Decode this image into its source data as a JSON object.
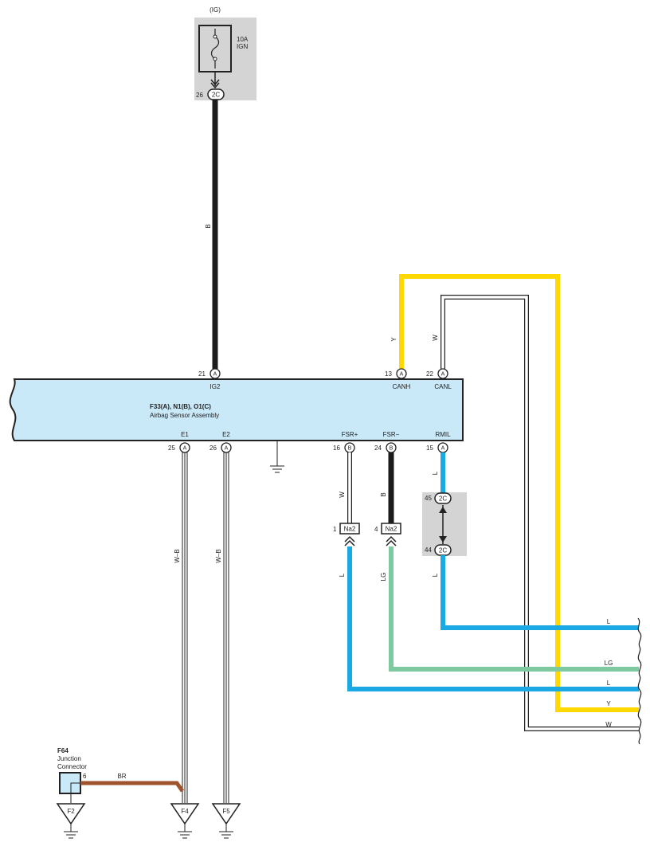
{
  "fuse": {
    "circuit": "(IG)",
    "rating": "10A",
    "name": "IGN",
    "pin": "26",
    "connector": "2C"
  },
  "ecu": {
    "title": "F33(A), N1(B), O1(C)",
    "subtitle": "Airbag Sensor Assembly",
    "top_pins": [
      {
        "num": "21",
        "conn": "A",
        "label": "IG2"
      },
      {
        "num": "13",
        "conn": "A",
        "label": "CANH"
      },
      {
        "num": "22",
        "conn": "A",
        "label": "CANL"
      }
    ],
    "bottom_pins": [
      {
        "num": "25",
        "conn": "A",
        "label": "E1"
      },
      {
        "num": "26",
        "conn": "A",
        "label": "E2"
      },
      {
        "num": "16",
        "conn": "B",
        "label": "FSR+"
      },
      {
        "num": "24",
        "conn": "B",
        "label": "FSR−"
      },
      {
        "num": "15",
        "conn": "A",
        "label": "RMIL"
      }
    ]
  },
  "wires": {
    "ig": "B",
    "canh": "Y",
    "canl": "W",
    "e1": "W–B",
    "e2": "W–B",
    "fsr_plus_upper": "W",
    "fsr_plus_lower": "L",
    "fsr_minus_upper": "B",
    "fsr_minus_lower": "LG",
    "rmil_upper": "L",
    "rmil_lower": "L",
    "br": "BR"
  },
  "inline_connectors": [
    {
      "num": "1",
      "name": "Na2"
    },
    {
      "num": "4",
      "name": "Na2"
    }
  ],
  "junction_2c": [
    {
      "num": "45",
      "name": "2C"
    },
    {
      "num": "44",
      "name": "2C"
    }
  ],
  "right_exits": [
    "L",
    "LG",
    "L",
    "Y",
    "W"
  ],
  "junction_connector": {
    "id": "F64",
    "line1": "Junction",
    "line2": "Connector",
    "pin": "6"
  },
  "grounds": [
    "F2",
    "F4",
    "F5"
  ],
  "colors": {
    "black": "#1c1c1c",
    "yellow": "#ffd800",
    "blue": "#1ba9e6",
    "green": "#7ec9a0",
    "brown": "#a0522d",
    "ecu_fill": "#c9e8f8",
    "gray_box": "#d4d4d4"
  }
}
